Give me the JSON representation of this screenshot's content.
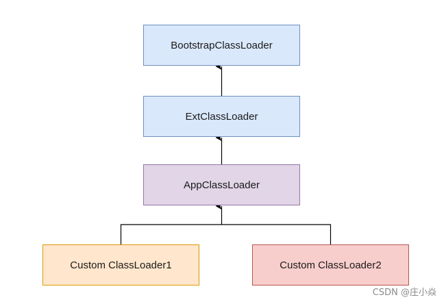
{
  "nodes": {
    "bootstrap": {
      "label": "BootstrapClassLoader",
      "fill": "#dae8fc",
      "stroke": "#6c8ebf"
    },
    "ext": {
      "label": "ExtClassLoader",
      "fill": "#dae8fc",
      "stroke": "#6c8ebf"
    },
    "app": {
      "label": "AppClassLoader",
      "fill": "#e1d5e7",
      "stroke": "#9673a6"
    },
    "custom1": {
      "label": "Custom ClassLoader1",
      "fill": "#ffe6cc",
      "stroke": "#d79b00"
    },
    "custom2": {
      "label": "Custom ClassLoader2",
      "fill": "#f8cecc",
      "stroke": "#b85450"
    }
  },
  "edges": [
    {
      "from": "ext",
      "to": "bootstrap"
    },
    {
      "from": "app",
      "to": "ext"
    },
    {
      "from": "custom1",
      "to": "app"
    },
    {
      "from": "custom2",
      "to": "app"
    }
  ],
  "watermark": "CSDN @庄小焱"
}
